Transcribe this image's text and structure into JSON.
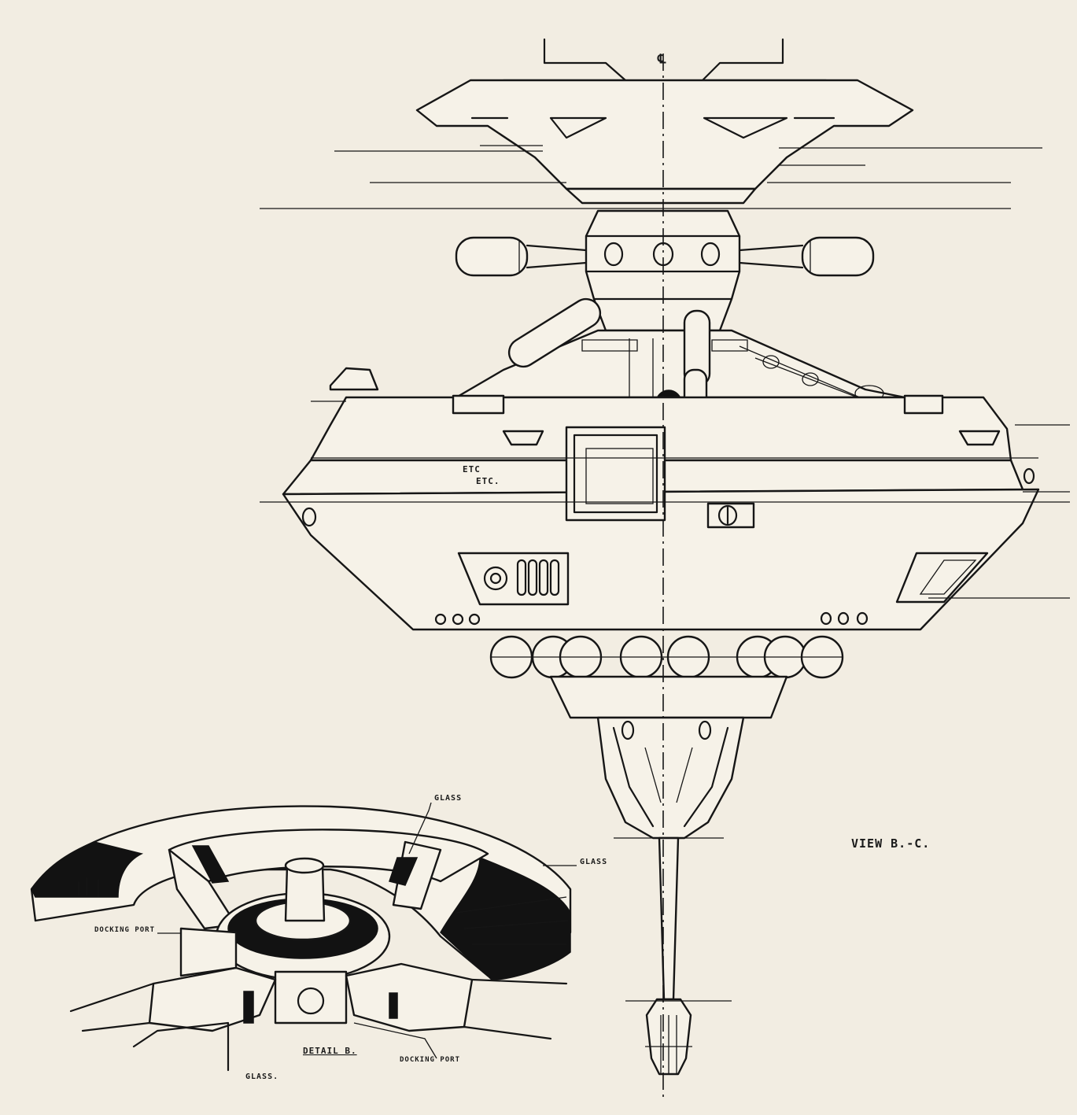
{
  "drawing": {
    "view_title": "VIEW B.-C.",
    "centerline_mark": "℄",
    "detail_title": "DETAIL B.",
    "notes": {
      "glass_top": "GLASS",
      "glass_right": "GLASS",
      "glass_bottom": "GLASS.",
      "docking_port_left": "DOCKING PORT",
      "docking_port_bottom": "DOCKING PORT",
      "etc_1": "ETC",
      "etc_2": "ETC."
    }
  },
  "colors": {
    "paper": "#f2ede2",
    "ink": "#161616"
  }
}
